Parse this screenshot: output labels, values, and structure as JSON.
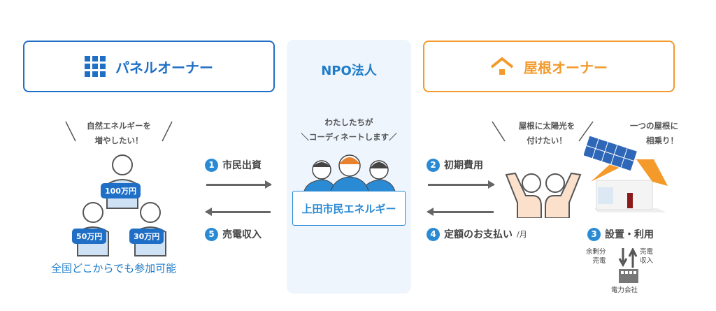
{
  "panel_owner": {
    "title": "パネルオーナー",
    "speech": [
      "自然エネルギーを",
      "増やしたい！"
    ],
    "amounts": [
      "100万円",
      "50万円",
      "30万円"
    ],
    "footer": "全国どこからでも参加可能"
  },
  "npo": {
    "title": "NPO法人",
    "speech": [
      "わたしたちが",
      "＼コーディネートします／"
    ],
    "logo": "上田市民エネルギー"
  },
  "roof_owner": {
    "title": "屋根オーナー",
    "speech1": [
      "屋根に太陽光を",
      "付けたい！"
    ],
    "speech2": [
      "一つの屋根に",
      "相乗り！"
    ]
  },
  "steps": [
    {
      "num": "1",
      "label": "市民出資"
    },
    {
      "num": "2",
      "label": "初期費用"
    },
    {
      "num": "3",
      "label": "設置・利用"
    },
    {
      "num": "4",
      "label": "定額のお支払い",
      "suffix": "/月"
    },
    {
      "num": "5",
      "label": "売電収入"
    }
  ],
  "utility": {
    "left": [
      "余剰分",
      "売電"
    ],
    "right": [
      "売電",
      "収入"
    ],
    "name": "電力会社"
  },
  "colors": {
    "blue": "#1f6fc6",
    "orange": "#f39a2a",
    "npo_bg": "#eef5fd",
    "step": "#2a8ad4"
  }
}
